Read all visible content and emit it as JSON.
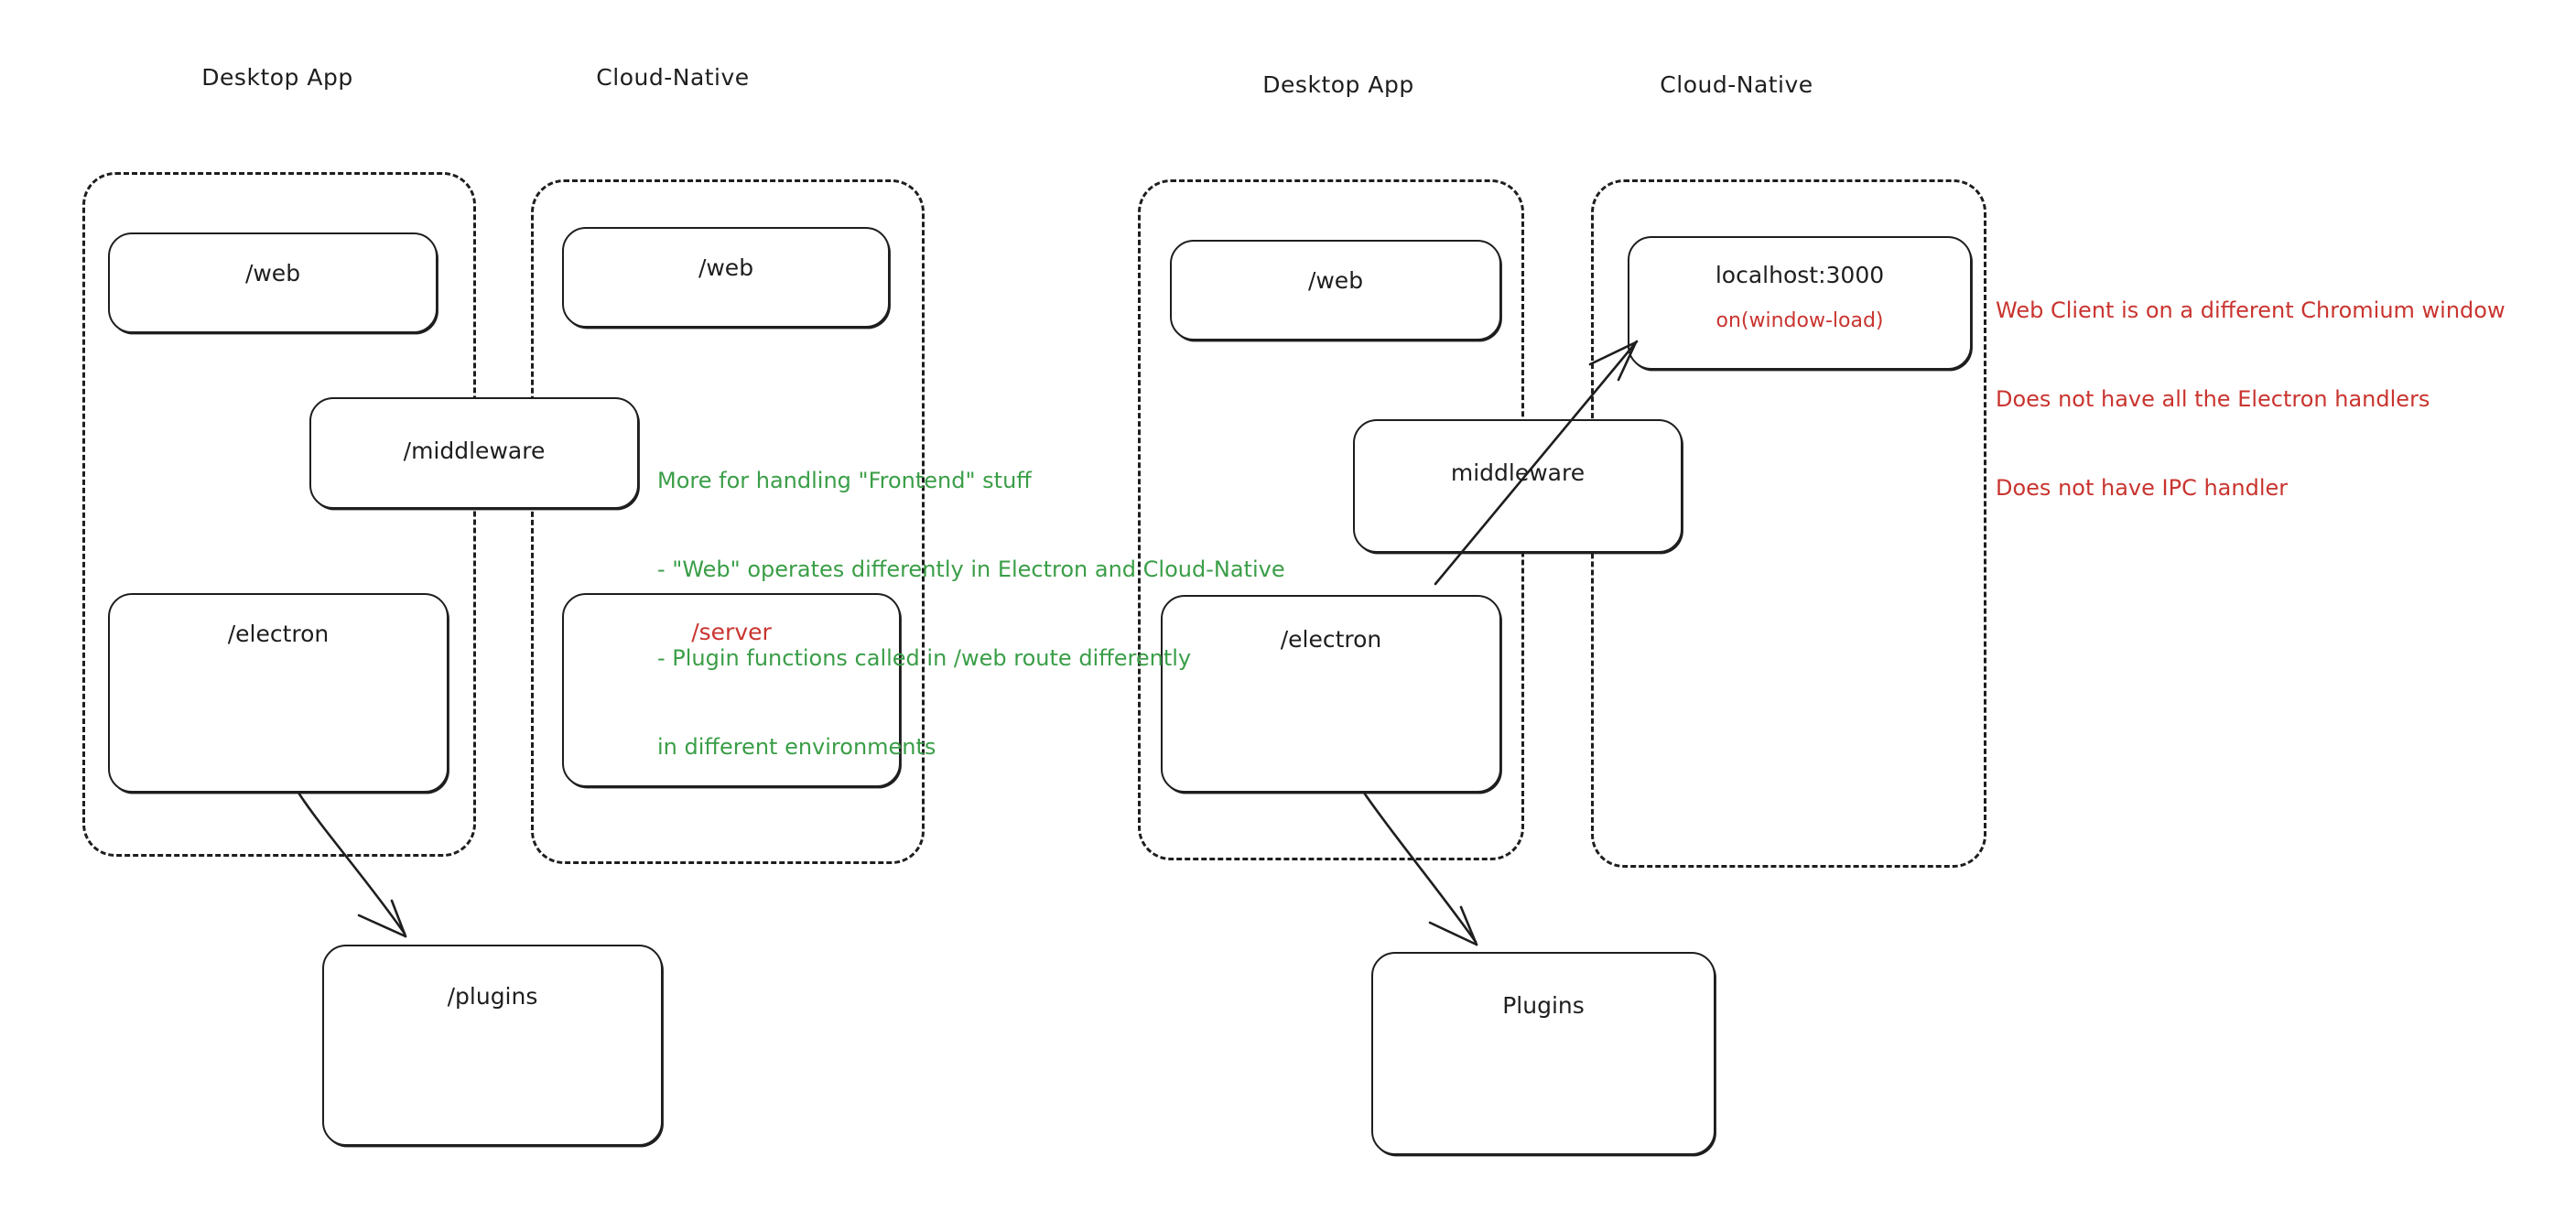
{
  "diagram": {
    "title_hidden": "",
    "colors": {
      "stroke": "#1e1e1e",
      "green": "#3a9e47",
      "red": "#c9342f",
      "background": "#ffffff"
    },
    "panels": [
      {
        "id": "left-desktop-app",
        "label": "Desktop App"
      },
      {
        "id": "left-cloud-native",
        "label": "Cloud-Native"
      },
      {
        "id": "right-desktop-app",
        "label": "Desktop App"
      },
      {
        "id": "right-cloud-native",
        "label": "Cloud-Native"
      }
    ],
    "nodes": [
      {
        "id": "left-desktop-web",
        "label": "/web"
      },
      {
        "id": "left-cloud-web",
        "label": "/web"
      },
      {
        "id": "left-middleware",
        "label": "/middleware"
      },
      {
        "id": "left-electron",
        "label": "/electron"
      },
      {
        "id": "left-server",
        "label": "/server"
      },
      {
        "id": "left-plugins",
        "label": "/plugins"
      },
      {
        "id": "right-desktop-web",
        "label": "/web"
      },
      {
        "id": "right-localhost",
        "label": "localhost:3000",
        "sublabel": "on(window-load)"
      },
      {
        "id": "right-middleware",
        "label": "middleware"
      },
      {
        "id": "right-electron",
        "label": "/electron"
      },
      {
        "id": "right-plugins",
        "label": "Plugins"
      }
    ],
    "annotations": [
      {
        "id": "green-note",
        "color": "green",
        "lines": [
          "More for handling \"Frontend\" stuff",
          "- \"Web\" operates differently in Electron and Cloud-Native",
          "- Plugin functions called in /web route differently",
          "in different environments"
        ]
      },
      {
        "id": "red-note",
        "color": "red",
        "lines": [
          "Web Client is on a different Chromium window",
          "Does not have all the Electron handlers",
          "Does not have IPC handler"
        ]
      }
    ],
    "arrows": [
      {
        "id": "left-electron-to-plugins",
        "from": "left-electron",
        "to": "left-plugins"
      },
      {
        "id": "right-electron-to-plugins",
        "from": "right-electron",
        "to": "right-plugins"
      },
      {
        "id": "right-electron-to-localhost",
        "from": "right-electron",
        "to": "right-localhost"
      }
    ]
  }
}
